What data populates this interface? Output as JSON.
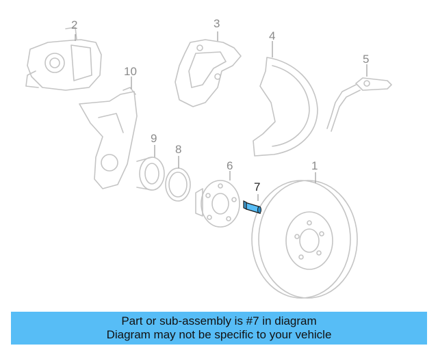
{
  "diagram": {
    "callouts": [
      {
        "id": "1",
        "label": "1"
      },
      {
        "id": "2",
        "label": "2"
      },
      {
        "id": "3",
        "label": "3"
      },
      {
        "id": "4",
        "label": "4"
      },
      {
        "id": "5",
        "label": "5"
      },
      {
        "id": "6",
        "label": "6"
      },
      {
        "id": "7",
        "label": "7"
      },
      {
        "id": "8",
        "label": "8"
      },
      {
        "id": "9",
        "label": "9"
      },
      {
        "id": "10",
        "label": "10"
      }
    ],
    "highlighted_part": "7",
    "highlight_color": "#57bdf6"
  },
  "footer": {
    "line1": "Part or sub-assembly is #7 in diagram",
    "line2": "Diagram may not be specific to your vehicle",
    "background": "#57bdf6"
  }
}
